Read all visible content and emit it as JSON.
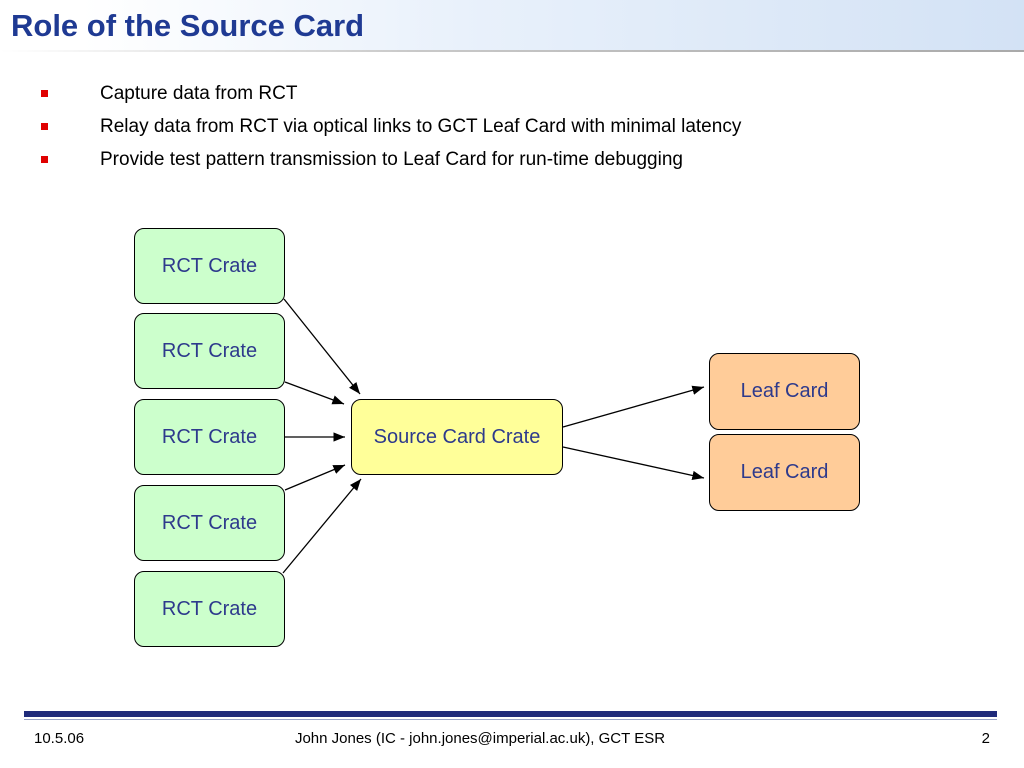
{
  "slide": {
    "title": "Role of the Source Card"
  },
  "bullets": [
    {
      "text": "Capture data from RCT"
    },
    {
      "text": "Relay data from RCT via optical links to GCT Leaf Card with minimal latency"
    },
    {
      "text": "Provide test pattern transmission to Leaf Card for run-time debugging"
    }
  ],
  "diagram": {
    "rct_crates": [
      {
        "label": "RCT Crate"
      },
      {
        "label": "RCT Crate"
      },
      {
        "label": "RCT Crate"
      },
      {
        "label": "RCT Crate"
      },
      {
        "label": "RCT Crate"
      }
    ],
    "source_card": {
      "label": "Source Card Crate"
    },
    "leaf_cards": [
      {
        "label": "Leaf Card"
      },
      {
        "label": "Leaf Card"
      }
    ]
  },
  "footer": {
    "date": "10.5.06",
    "author": "John Jones (IC - john.jones@imperial.ac.uk), GCT ESR",
    "page_number": "2"
  },
  "colors": {
    "title_text": "#1f3a93",
    "node_text": "#2e3a8c",
    "bullet": "#e00000",
    "rct_fill": "#ccffcc",
    "source_fill": "#ffff99",
    "leaf_fill": "#ffcc99",
    "footer_bar": "#1f2a7a",
    "arrow": "#000000"
  },
  "icons": {
    "bullet": "square-bullet-icon",
    "arrow_head": "arrowhead-icon"
  }
}
